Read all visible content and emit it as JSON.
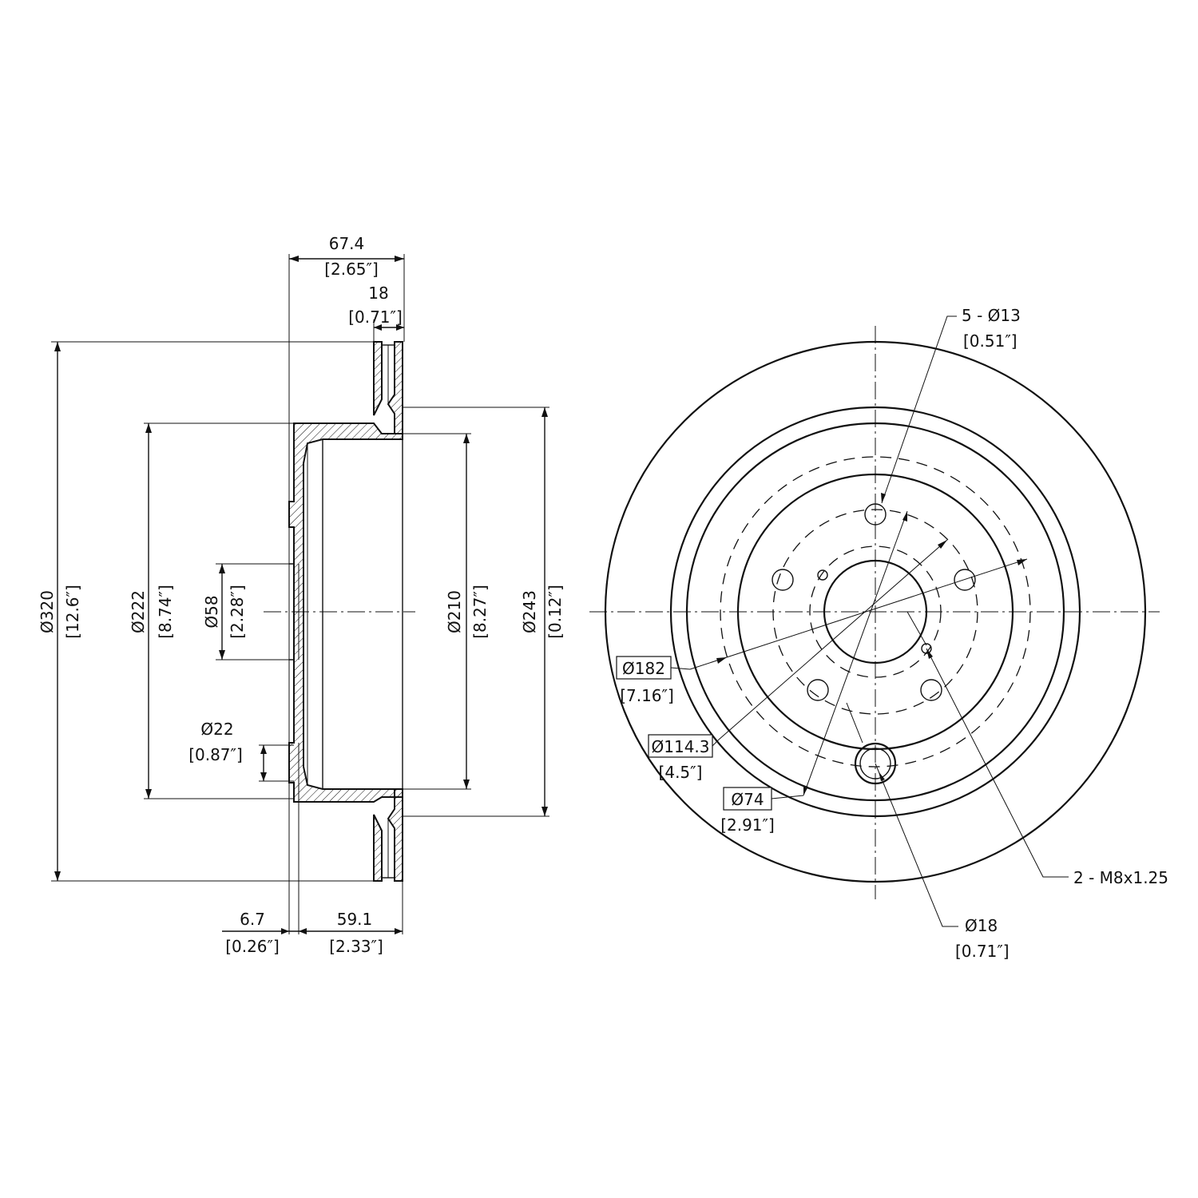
{
  "side_view": {
    "overall_width": {
      "mm": "67.4",
      "in": "[2.65″]"
    },
    "disc_thickness": {
      "mm": "18",
      "in": "[0.71″]"
    },
    "outer_diameter": {
      "mm": "Ø320",
      "in": "[12.6″]"
    },
    "hat_diameter": {
      "mm": "Ø222",
      "in": "[8.74″]"
    },
    "center_bore": {
      "mm": "Ø58",
      "in": "[2.28″]"
    },
    "hub_diameter": {
      "mm": "Ø210",
      "in": "[8.27″]"
    },
    "inner_friction_diameter": {
      "mm": "Ø243",
      "in": "[0.12″]"
    },
    "mounting_hole": {
      "mm": "Ø22",
      "in": "[0.87″]"
    },
    "hat_flange_thickness": {
      "mm": "6.7",
      "in": "[0.26″]"
    },
    "hat_height": {
      "mm": "59.1",
      "in": "[2.33″]"
    }
  },
  "front_view": {
    "bolt_holes": {
      "mm": "5 - Ø13",
      "in": "[0.51″]"
    },
    "diameter_182": {
      "mm": "Ø182",
      "in": "[7.16″]"
    },
    "bolt_circle": {
      "mm": "Ø114.3",
      "in": "[4.5″]"
    },
    "pilot": {
      "mm": "Ø74",
      "in": "[2.91″]"
    },
    "threaded_holes": {
      "mm": "2 - M8x1.25"
    },
    "drain_hole": {
      "mm": "Ø18",
      "in": "[0.71″]"
    }
  },
  "colors": {
    "line": "#111111",
    "background": "#ffffff"
  }
}
